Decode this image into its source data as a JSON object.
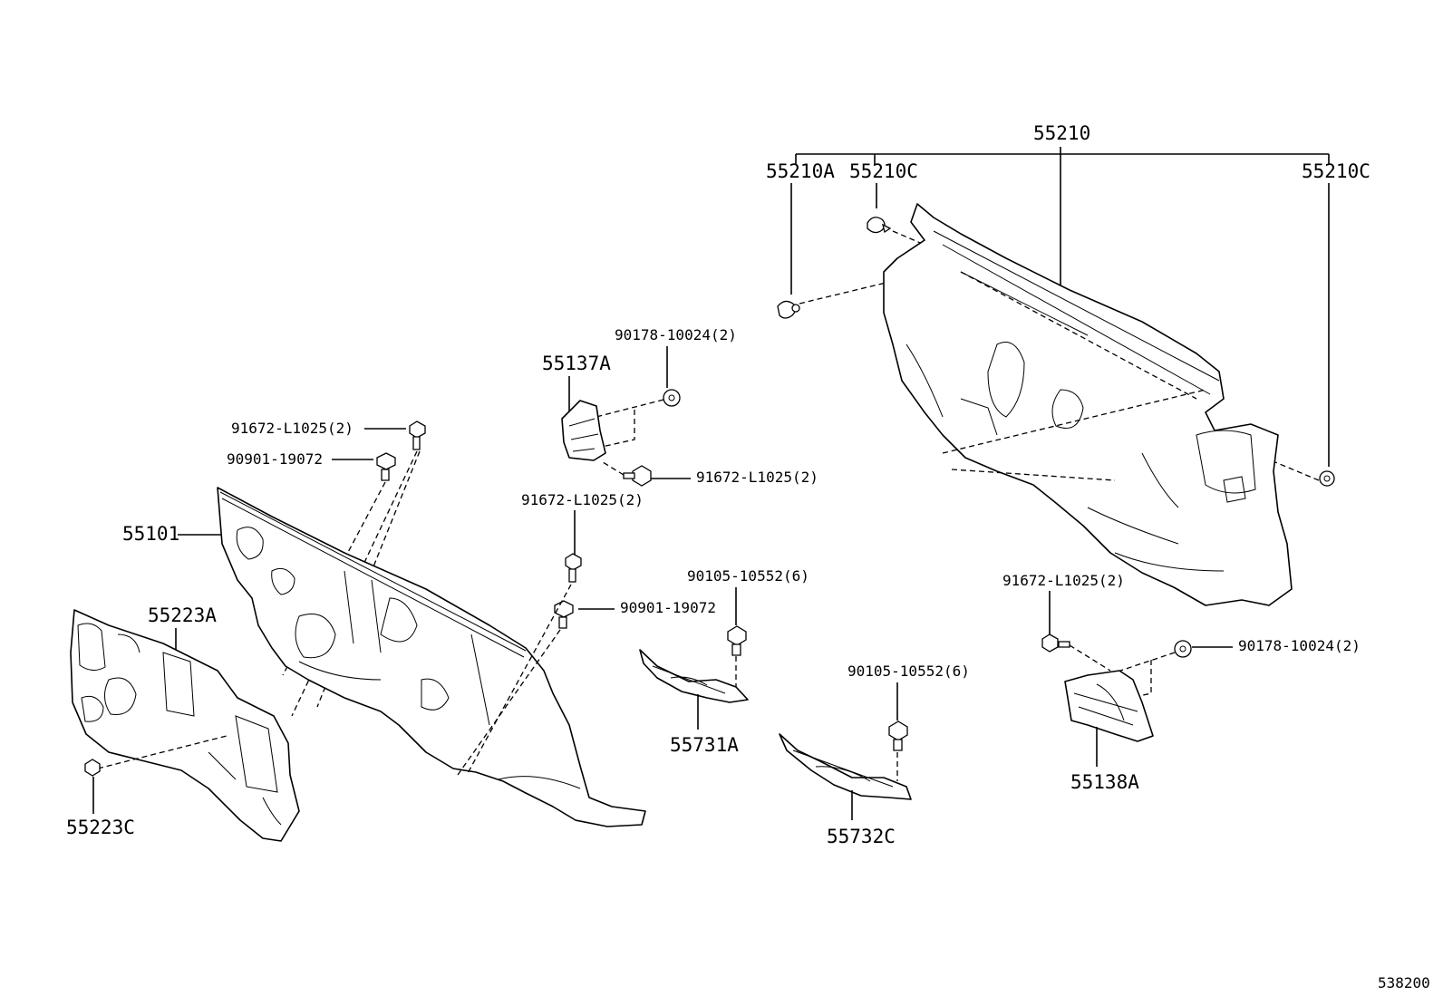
{
  "diagram": {
    "catalog_number": "538200",
    "labels": {
      "p55210": "55210",
      "p55210A": "55210A",
      "p55210C_left": "55210C",
      "p55210C_right": "55210C",
      "p90178_top": "90178-10024(2)",
      "p55137A": "55137A",
      "p91672_top_left": "91672-L1025(2)",
      "p90901_top": "90901-19072",
      "p91672_bracket": "91672-L1025(2)",
      "p91672_mid": "91672-L1025(2)",
      "p55101": "55101",
      "p55223A": "55223A",
      "p90901_mid": "90901-19072",
      "p90105_mid": "90105-10552(6)",
      "p91672_right": "91672-L1025(2)",
      "p90178_right": "90178-10024(2)",
      "p55731A": "55731A",
      "p90105_low": "90105-10552(6)",
      "p55138A": "55138A",
      "p55223C": "55223C",
      "p55732C": "55732C"
    }
  }
}
